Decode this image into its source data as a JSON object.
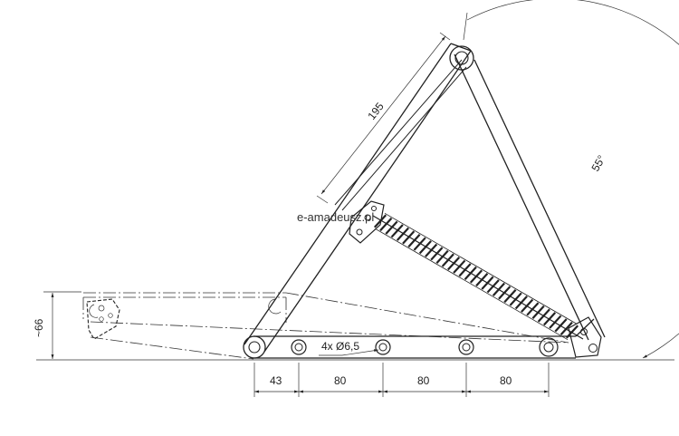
{
  "watermark": "e-amadeusz.pl",
  "dimensions": {
    "arm_length": "195",
    "opening_angle": "55°",
    "lowered_height": "~66",
    "hole_callout": "4x Ø6,5",
    "spacing_1": "43",
    "spacing_2": "80",
    "spacing_3": "80",
    "spacing_4": "80"
  }
}
